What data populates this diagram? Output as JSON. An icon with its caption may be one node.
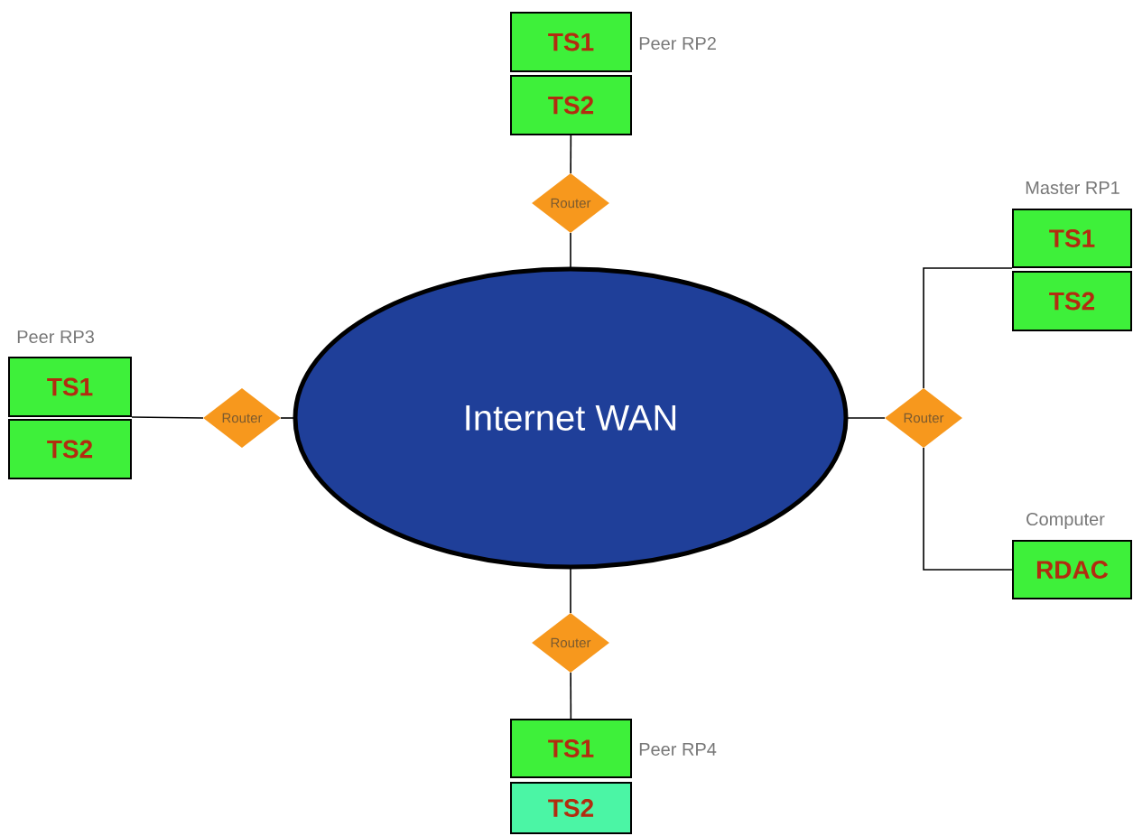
{
  "diagram": {
    "nodes": [
      {
        "text": [
          "Internet WAN"
        ]
      },
      {
        "text": [
          "Router"
        ]
      },
      {
        "text": [
          "Router"
        ]
      },
      {
        "text": [
          "Router"
        ]
      },
      {
        "text": [
          "Router"
        ]
      },
      {
        "text": [
          "TS1"
        ],
        "beside": [
          "Peer RP2"
        ]
      },
      {
        "text": [
          "TS2"
        ]
      },
      {
        "text": [
          "TS1"
        ],
        "beside": [
          "Peer RP3"
        ]
      },
      {
        "text": [
          "TS2"
        ]
      },
      {
        "text": [
          "TS1"
        ],
        "beside": [
          "Master RP1"
        ]
      },
      {
        "text": [
          "TS2"
        ]
      },
      {
        "text": [
          "RDAC"
        ],
        "beside": [
          "Computer"
        ]
      },
      {
        "text": [
          "TS1"
        ],
        "beside": [
          "Peer RP4"
        ]
      },
      {
        "text": [
          "TS2"
        ]
      }
    ],
    "edges": [
      {
        "from": 6,
        "to": 1,
        "arrow": "none"
      },
      {
        "from": 1,
        "to": 0,
        "arrow": "none"
      },
      {
        "from": 7,
        "to": 2,
        "arrow": "none"
      },
      {
        "from": 2,
        "to": 0,
        "arrow": "none"
      },
      {
        "from": 0,
        "to": 3,
        "arrow": "none"
      },
      {
        "from": 3,
        "to": 9,
        "arrow": "none"
      },
      {
        "from": 3,
        "to": 11,
        "arrow": "none"
      },
      {
        "from": 0,
        "to": 4,
        "arrow": "none"
      },
      {
        "from": 4,
        "to": 12,
        "arrow": "none"
      }
    ]
  }
}
